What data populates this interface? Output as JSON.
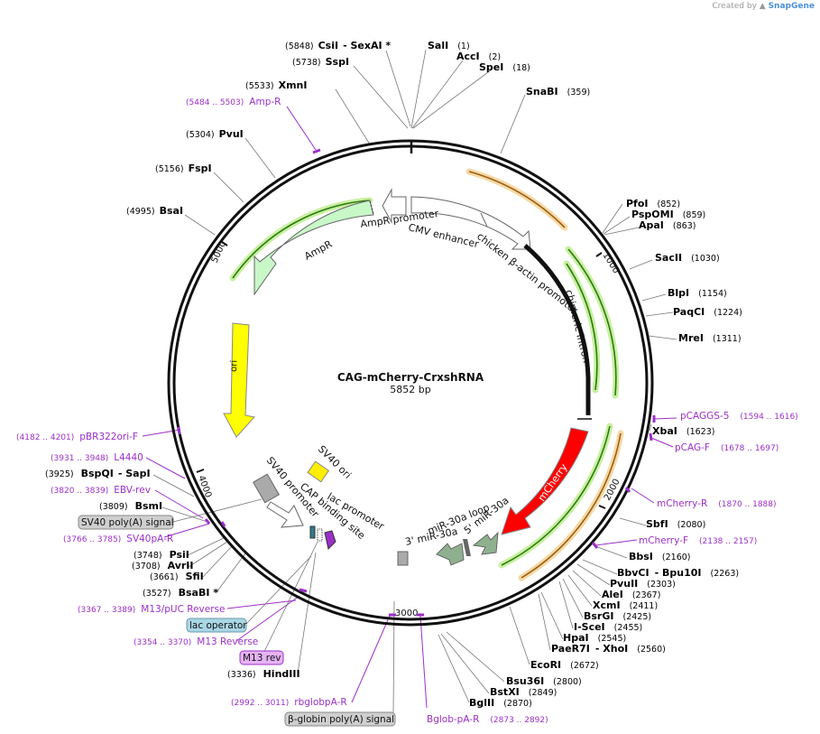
{
  "credit": {
    "prefix": "Created by",
    "brand": "SnapGene"
  },
  "plasmid": {
    "name": "CAG-mCherry-CrxshRNA",
    "length_label": "5852 bp",
    "length": 5852
  },
  "colors": {
    "enzyme": "#000000",
    "primer": "#9b30c8",
    "tick": "#555555",
    "ampr": "#c8f7c8",
    "ori": "#ffff00",
    "mcherry": "#ff0000",
    "mirna": "#8fb08f",
    "sv40ori": "#ffee00",
    "feature_outline": "#888888",
    "arc_green": "#59b52a",
    "arc_orange": "#d6a04a",
    "box_grey": "#cfcfcf",
    "box_teal": "#a9d6e5",
    "box_violet": "#e6b3f5"
  },
  "ring_ticks": [
    "1000",
    "2000",
    "3000",
    "4000",
    "5000"
  ],
  "features": {
    "ampr_promoter": "AmpR promoter",
    "ampr": "AmpR",
    "cmv_enhancer": "CMV enhancer",
    "cba_promoter": "chicken β-actin promoter",
    "chimeric_intron": "chimeric intron",
    "ori": "ori",
    "mcherry": "mCherry",
    "mir30a_loop": "miR-30a loop",
    "mir30a_5": "5' miR-30a",
    "mir30a_3": "3' miR-30a",
    "sv40_ori": "SV40 ori",
    "sv40_promoter": "SV40 promoter",
    "cap_site": "CAP binding site",
    "lac_promoter": "lac promoter"
  },
  "enzymes": [
    {
      "pos": "(5848)",
      "name": "CsiI",
      "extra": "- SexAI *"
    },
    {
      "pos": "(5738)",
      "name": "SspI"
    },
    {
      "pos": "(5533)",
      "name": "XmnI"
    },
    {
      "pos": "(5304)",
      "name": "PvuI"
    },
    {
      "pos": "(5156)",
      "name": "FspI"
    },
    {
      "pos": "(4995)",
      "name": "BsaI"
    },
    {
      "name": "SalI",
      "pos": "(1)"
    },
    {
      "name": "AccI",
      "pos": "(2)"
    },
    {
      "name": "SpeI",
      "pos": "(18)"
    },
    {
      "name": "SnaBI",
      "pos": "(359)"
    },
    {
      "name": "PfoI",
      "pos": "(852)"
    },
    {
      "name": "PspOMI",
      "pos": "(859)"
    },
    {
      "name": "ApaI",
      "pos": "(863)"
    },
    {
      "name": "SacII",
      "pos": "(1030)"
    },
    {
      "name": "BlpI",
      "pos": "(1154)"
    },
    {
      "name": "PaqCI",
      "pos": "(1224)"
    },
    {
      "name": "MreI",
      "pos": "(1311)"
    },
    {
      "name": "XbaI",
      "pos": "(1623)"
    },
    {
      "name": "SbfI",
      "pos": "(2080)"
    },
    {
      "name": "BbsI",
      "pos": "(2160)"
    },
    {
      "name": "BbvCI",
      "extra": "- Bpu10I",
      "pos": "(2263)"
    },
    {
      "name": "PvuII",
      "pos": "(2303)"
    },
    {
      "name": "AleI",
      "pos": "(2367)"
    },
    {
      "name": "XcmI",
      "pos": "(2411)"
    },
    {
      "name": "BsrGI",
      "pos": "(2425)"
    },
    {
      "name": "I-SceI",
      "pos": "(2455)"
    },
    {
      "name": "HpaI",
      "pos": "(2545)"
    },
    {
      "name": "PaeR7I",
      "extra": "- XhoI",
      "pos": "(2560)"
    },
    {
      "name": "EcoRI",
      "pos": "(2672)"
    },
    {
      "name": "Bsu36I",
      "pos": "(2800)"
    },
    {
      "name": "BstXI",
      "pos": "(2849)"
    },
    {
      "name": "BglII",
      "pos": "(2870)"
    },
    {
      "pos": "(3925)",
      "name": "BspQI",
      "extra": "- SapI"
    },
    {
      "pos": "(3809)",
      "name": "BsmI"
    },
    {
      "pos": "(3748)",
      "name": "PsiI"
    },
    {
      "pos": "(3708)",
      "name": "AvrII"
    },
    {
      "pos": "(3661)",
      "name": "SfiI"
    },
    {
      "pos": "(3527)",
      "name": "BsaBI *"
    },
    {
      "pos": "(3336)",
      "name": "HindIII"
    }
  ],
  "primers": [
    {
      "range": "(5484 .. 5503)",
      "name": "Amp-R"
    },
    {
      "name": "pCAGGS-5",
      "range": "(1594 .. 1616)"
    },
    {
      "name": "pCAG-F",
      "range": "(1678 .. 1697)"
    },
    {
      "name": "mCherry-R",
      "range": "(1870 .. 1888)"
    },
    {
      "name": "mCherry-F",
      "range": "(2138 .. 2157)"
    },
    {
      "range": "(4182 .. 4201)",
      "name": "pBR322ori-F"
    },
    {
      "range": "(3931 .. 3948)",
      "name": "L4440"
    },
    {
      "range": "(3820 .. 3839)",
      "name": "EBV-rev"
    },
    {
      "range": "(3766 .. 3785)",
      "name": "SV40pA-R"
    },
    {
      "range": "(3367 .. 3389)",
      "name": "M13/pUC Reverse"
    },
    {
      "range": "(3354 .. 3370)",
      "name": "M13 Reverse"
    },
    {
      "range": "(2992 .. 3011)",
      "name": "rbglobpA-R"
    },
    {
      "name": "Bglob-pA-R",
      "range": "(2873 .. 2892)"
    }
  ],
  "boxed_labels": {
    "sv40_polya": "SV40 poly(A) signal",
    "lac_operator": "lac operator",
    "m13_rev": "M13 rev",
    "bglobin_polya": "β-globin poly(A) signal"
  }
}
